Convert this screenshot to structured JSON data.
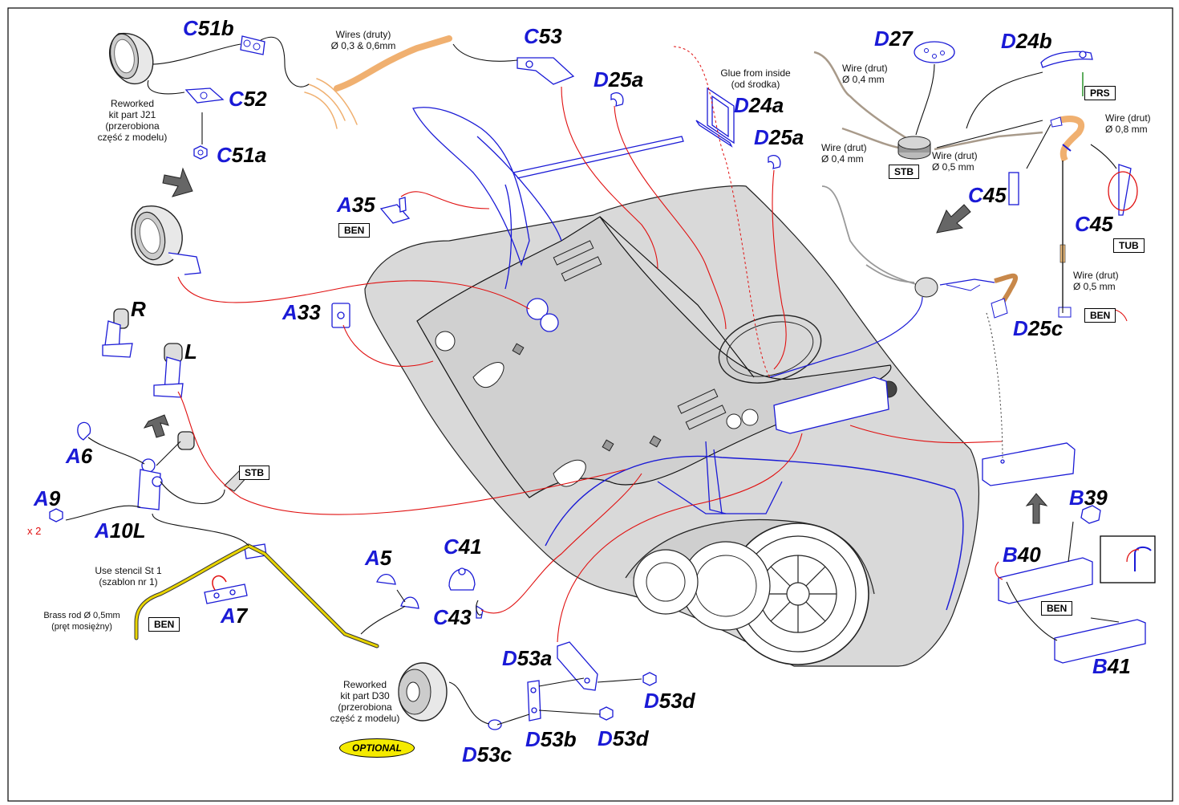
{
  "parts": {
    "C51b": {
      "pre": "C",
      "num": "51b"
    },
    "C52": {
      "pre": "C",
      "num": "52"
    },
    "C51a": {
      "pre": "C",
      "num": "51a"
    },
    "C53": {
      "pre": "C",
      "num": "53"
    },
    "D25a_1": {
      "pre": "D",
      "num": "25a"
    },
    "D24a": {
      "pre": "D",
      "num": "24a"
    },
    "D25a_2": {
      "pre": "D",
      "num": "25a"
    },
    "D27": {
      "pre": "D",
      "num": "27"
    },
    "D24b": {
      "pre": "D",
      "num": "24b"
    },
    "C45_1": {
      "pre": "C",
      "num": "45"
    },
    "C45_2": {
      "pre": "C",
      "num": "45"
    },
    "A35": {
      "pre": "A",
      "num": "35"
    },
    "A33": {
      "pre": "A",
      "num": "33"
    },
    "R": {
      "pre": "",
      "num": "R"
    },
    "L": {
      "pre": "",
      "num": "L"
    },
    "A6": {
      "pre": "A",
      "num": "6"
    },
    "A9": {
      "pre": "A",
      "num": "9"
    },
    "A10L": {
      "pre": "A",
      "num": "10L"
    },
    "A7": {
      "pre": "A",
      "num": "7"
    },
    "A5": {
      "pre": "A",
      "num": "5"
    },
    "C41": {
      "pre": "C",
      "num": "41"
    },
    "C43": {
      "pre": "C",
      "num": "43"
    },
    "D53a": {
      "pre": "D",
      "num": "53a"
    },
    "D53b": {
      "pre": "D",
      "num": "53b"
    },
    "D53c": {
      "pre": "D",
      "num": "53c"
    },
    "D53d_1": {
      "pre": "D",
      "num": "53d"
    },
    "D53d_2": {
      "pre": "D",
      "num": "53d"
    },
    "D25c": {
      "pre": "D",
      "num": "25c"
    },
    "B39": {
      "pre": "B",
      "num": "39"
    },
    "B40": {
      "pre": "B",
      "num": "40"
    },
    "B41": {
      "pre": "B",
      "num": "41"
    }
  },
  "notes": {
    "wires_top": "Wires (druty)\nØ 0,3 & 0,6mm",
    "reworked_j21": "Reworked\nkit part J21\n(przerobiona\nczęść z modelu)",
    "glue_inside": "Glue from inside\n(od środka)",
    "wire_04_top": "Wire (drut)\nØ 0,4 mm",
    "wire_04_left": "Wire (drut)\nØ 0,4 mm",
    "wire_05_mid": "Wire (drut)\nØ 0,5 mm",
    "wire_08": "Wire (drut)\nØ 0,8 mm",
    "wire_05_right": "Wire (drut)\nØ 0,5 mm",
    "stencil": "Use stencil St 1\n(szablon nr 1)",
    "brass_rod": "Brass rod Ø 0,5mm\n(pręt mosiężny)",
    "reworked_d30": "Reworked\nkit part D30\n(przerobiona\nczęść z modelu)"
  },
  "tags": {
    "prs": "PRS",
    "stb_top": "STB",
    "tub": "TUB",
    "ben_a35": "BEN",
    "ben_d25c": "BEN",
    "stb_left": "STB",
    "ben_left": "BEN",
    "ben_b40": "BEN",
    "optional": "OPTIONAL"
  },
  "quantity": "x 2",
  "colors": {
    "part_prefix": "#1a1ad6",
    "part_outline": "#1a1ad6",
    "callout_red": "#e01010",
    "body_grey": "#d9d9d9",
    "wire_copper": "#f0b070",
    "brass": "#e8d400",
    "optional_fill": "#f4ea00"
  }
}
